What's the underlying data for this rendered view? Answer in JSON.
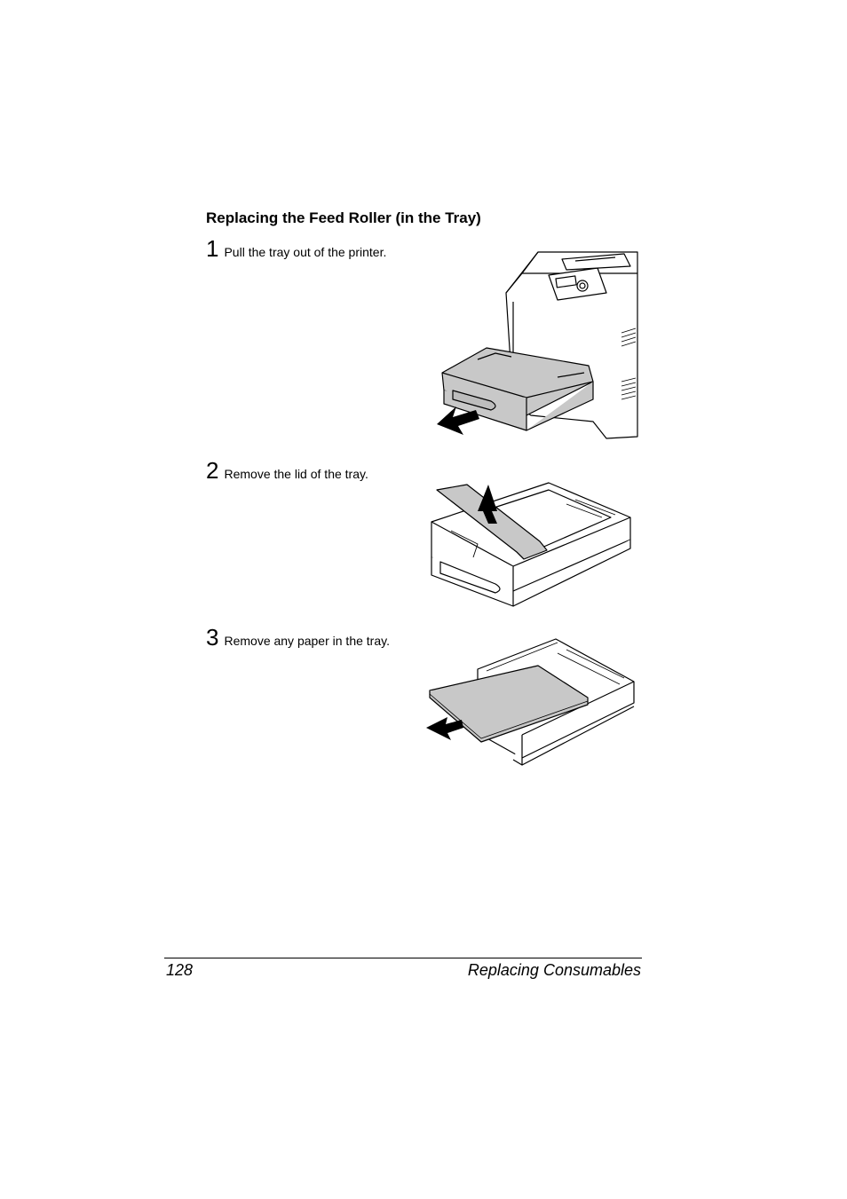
{
  "section": {
    "heading": "Replacing the Feed Roller (in the Tray)"
  },
  "steps": [
    {
      "number": "1",
      "text": "Pull the tray out of the printer."
    },
    {
      "number": "2",
      "text": "Remove the lid of the tray."
    },
    {
      "number": "3",
      "text": "Remove any paper in the tray."
    }
  ],
  "footer": {
    "page_number": "128",
    "chapter": "Replacing Consumables"
  }
}
